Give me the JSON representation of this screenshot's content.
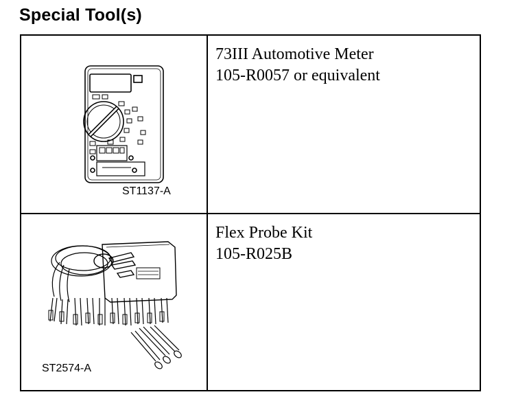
{
  "page": {
    "title": "Special Tool(s)"
  },
  "tools": [
    {
      "name": "73III Automotive Meter",
      "part_number": "105-R0057 or equivalent",
      "figure_code": "ST1137-A",
      "illustration_icon": "multimeter-icon"
    },
    {
      "name": "Flex Probe Kit",
      "part_number": "105-R025B",
      "figure_code": "ST2574-A",
      "illustration_icon": "probe-kit-icon"
    }
  ]
}
